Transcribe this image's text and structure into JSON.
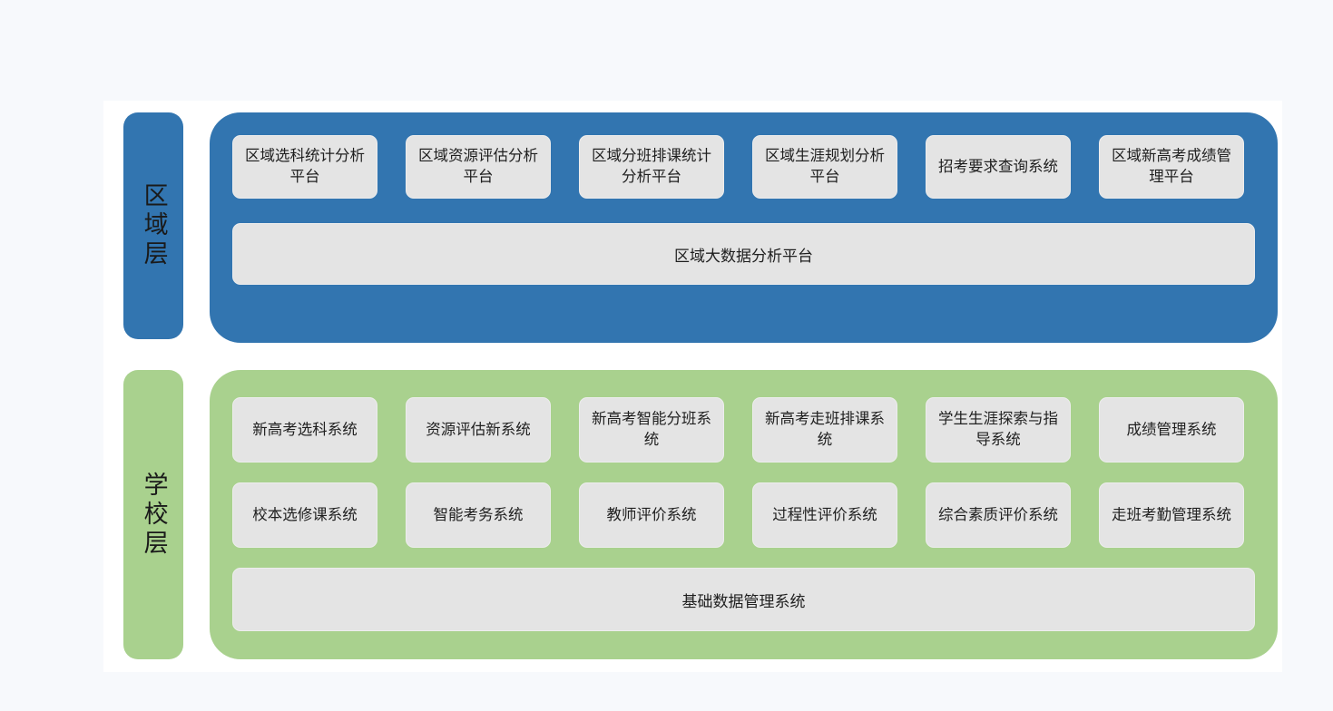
{
  "page": {
    "background_color": "#f7f9fc",
    "frame_color": "#ffffff",
    "card_color": "#e4e4e4",
    "text_color": "#1f1f1f"
  },
  "layers": [
    {
      "id": "region",
      "label": "区域层",
      "accent_color": "#3275b0",
      "rows": [
        [
          "区域选科统计分析平台",
          "区域资源评估分析平台",
          "区域分班排课统计分析平台",
          "区域生涯规划分析平台",
          "招考要求查询系统",
          "区域新高考成绩管理平台"
        ]
      ],
      "wide_bar": "区域大数据分析平台"
    },
    {
      "id": "school",
      "label": "学校层",
      "accent_color": "#a9d18e",
      "rows": [
        [
          "新高考选科系统",
          "资源评估新系统",
          "新高考智能分班系统",
          "新高考走班排课系统",
          "学生生涯探索与指导系统",
          "成绩管理系统"
        ],
        [
          "校本选修课系统",
          "智能考务系统",
          "教师评价系统",
          "过程性评价系统",
          "综合素质评价系统",
          "走班考勤管理系统"
        ]
      ],
      "wide_bar": "基础数据管理系统"
    }
  ]
}
